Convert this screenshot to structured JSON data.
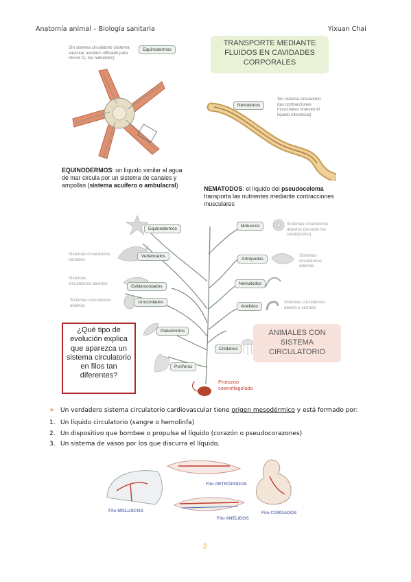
{
  "header": {
    "left": "Anatomía animal – Biología sanitaria",
    "right": "Yixuan Chai"
  },
  "title_box": {
    "line1": "TRANSPORTE MEDIANTE",
    "line2": "FLUIDOS EN CAVIDADES",
    "line3": "CORPORALES"
  },
  "echino_panel": {
    "note": "Sin sistema circulatorio (sistema vascular acuático utilizado para mover O₂ los nutrientes)",
    "tag": "Equinodermos",
    "caption_bold": "EQUINODERMOS",
    "caption_rest": ": un líquido similar al agua de mar circula por un sistema de canales y ampollas (",
    "caption_bold2": "sistema acuifero o ambulacral",
    "caption_end": ")"
  },
  "nema_panel": {
    "tag": "Nematodos",
    "note": "Sin sistema circulatorio (las contracciones musculares mueven el líquido intersticial)",
    "caption_bold": "NEMATODOS",
    "caption_rest": ": el líquido del ",
    "caption_bold2": "pseudoceloma",
    "caption_end": " transporta las nutrientes mediante contracciones musculares"
  },
  "tree": {
    "left_tags": [
      "Equinodermos",
      "Vertebrados",
      "Cefalocordados",
      "Urocordados",
      "Platelmintos",
      "Poríferos"
    ],
    "right_tags": [
      "Moluscos",
      "Artrópodos",
      "Nematodos",
      "Anélidos",
      "Cnidarios"
    ],
    "notes": {
      "vert": "Sistemas circulatorios cerrados",
      "cefalo": "Sistemas circulatorios abiertos",
      "uro": "Sistemas circulatorios abiertos",
      "molus": "Sistemas circulatorios abiertos (excepto los cefalópodos)",
      "artro": "Sistemas circulatorios abiertos",
      "aneli": "Sistemas circulatorios abierto y cerrado"
    },
    "protozoo": "Protozoo coanoflagelado",
    "question": "¿Qué tipo de evolución explica que aparezca un sistema circulatorio en filos tan diferentes?",
    "animales_box": {
      "line1": "ANIMALES CON",
      "line2": "SISTEMA",
      "line3": "CIRCULATORIO"
    }
  },
  "text": {
    "bullet_pre": "Un verdadero sistema circulatorio cardiovascular tiene ",
    "bullet_u": "origen mesodérmico",
    "bullet_post": " y está formado por:",
    "items": [
      {
        "num": "1.",
        "text": "Un líquido circulatorio (sangre o hemolinfa)"
      },
      {
        "num": "2.",
        "text": "Un dispositivo que bombee o propulse el líquido (corazón o pseudocorazones)"
      },
      {
        "num": "3.",
        "text": "Un sistema de vasos por los que discurra el líquido."
      }
    ]
  },
  "bottom_figs": {
    "moluscos": "Filo MOLUSCOS",
    "artropodos": "Filo ARTRÓPODOS",
    "anelidos": "Filo ANÉLIDOS",
    "cordados": "Filo CORDADOS"
  },
  "page_number": "2",
  "colors": {
    "accent_orange": "#e9a23b",
    "question_border": "#b3242a",
    "box_green": "#e9f1d6",
    "page_number": "#d4a017"
  }
}
